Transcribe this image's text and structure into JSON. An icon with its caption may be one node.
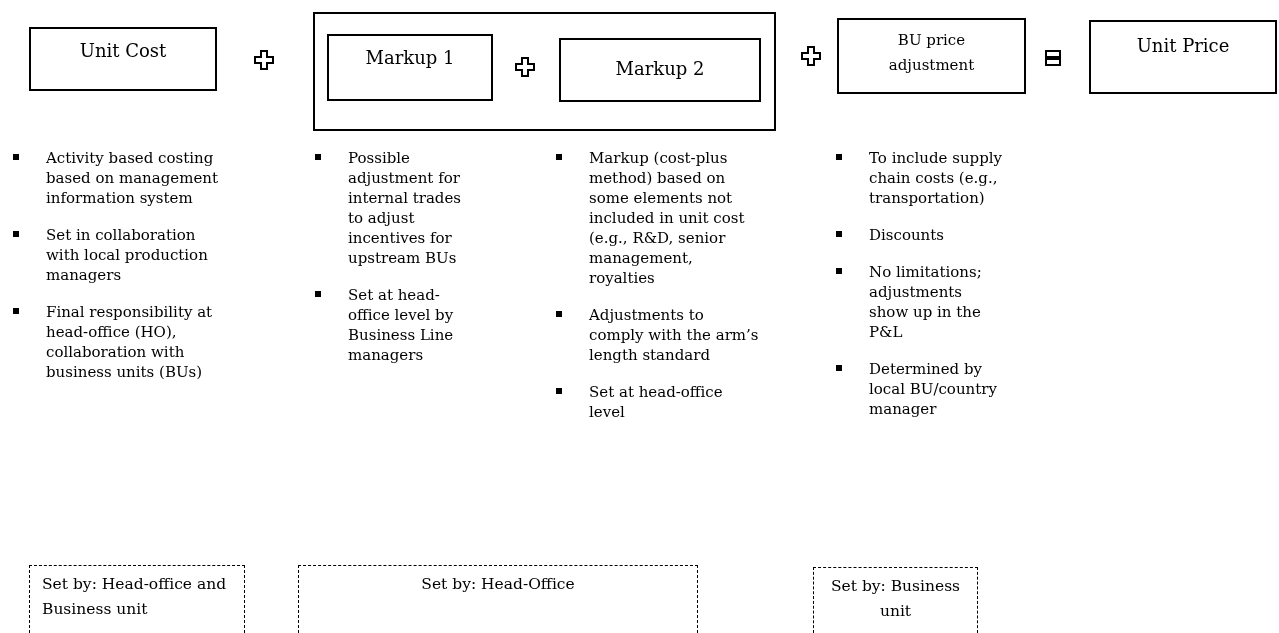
{
  "diagram": {
    "nodes": [
      {
        "text": [
          "Unit Cost"
        ],
        "beside": [
          "Activity based costing based on management information system",
          "Set in collaboration with local production managers",
          "Final responsibility at head-office (HO), collaboration with business units (BUs)"
        ]
      },
      {
        "text": [],
        "shape": "box"
      },
      {
        "text": [
          "Markup 1"
        ],
        "in": 1,
        "beside": [
          "Possible adjustment for internal trades to adjust incentives for upstream BUs",
          "Set at head-office level by Business Line managers"
        ]
      },
      {
        "text": [
          "Markup 2"
        ],
        "in": 1,
        "beside": [
          "Markup (cost-plus method) based on some elements not included in unit cost (e.g., R&D, senior management, royalties",
          "Adjustments to comply with the arm’s length standard",
          "Set at head-office level"
        ]
      },
      {
        "text": [
          "BU price adjustment"
        ],
        "beside": [
          "To include supply chain costs (e.g., transportation)",
          "Discounts",
          "No limitations; adjustments show up in the P&L",
          "Determined by local BU/country manager"
        ]
      },
      {
        "text": [
          "Unit Price"
        ]
      },
      {
        "text": [
          "Set by: Head-office and Business unit"
        ]
      },
      {
        "text": [
          "Set by: Head-Office"
        ]
      },
      {
        "text": [
          "Set by: Business unit"
        ]
      }
    ]
  }
}
